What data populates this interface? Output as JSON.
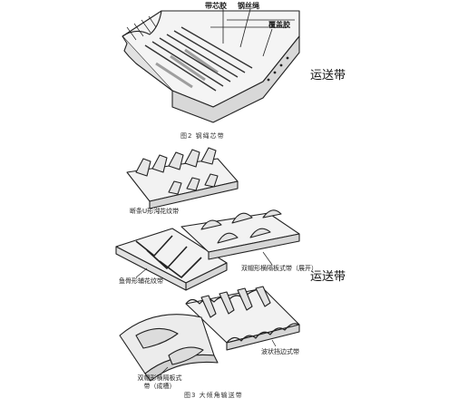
{
  "figure2": {
    "labels": {
      "core_rubber": "带芯胶",
      "steel_cord": "钢丝绳",
      "cover_rubber": "覆盖胶"
    },
    "caption": "图2  钢绳芯带"
  },
  "figure3": {
    "labels": {
      "u_pattern": "断条U形沟花纹带",
      "herringbone": "鱼骨形辅花纹带",
      "double_chevron_open": "双帽形横隔板式带（展开）",
      "corrugated_sidewall": "波状挡边式带",
      "double_chevron_rolled": "双帽形横隔板式带（成槽）"
    },
    "caption": "图3  大倾角输送带"
  },
  "side_labels": {
    "first": "运送带",
    "second": "运送带"
  }
}
